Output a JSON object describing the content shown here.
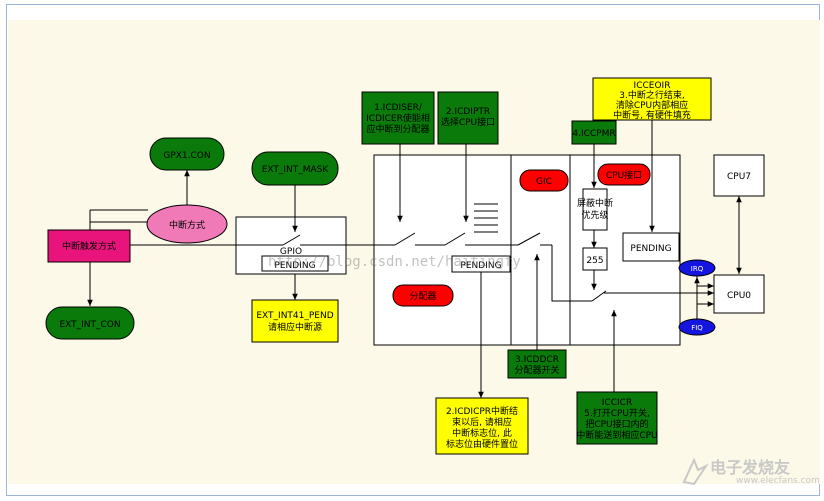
{
  "nodes": {
    "gpx1_con": "GPX1.CON",
    "int_mode": "中断方式",
    "trigger_mode": "中断触发方式",
    "ext_int_con": "EXT_INT_CON",
    "ext_int_mask": "EXT_INT_MASK",
    "gpio": "GPIO",
    "gpio_pending": "PENDING",
    "ext_int41_pend_line1": "EXT_INT41_PEND",
    "ext_int41_pend_line2": "请相应中断源",
    "iccdiser_line1": "1.ICDISER/",
    "iccdiser_line2": "ICDICER使能相",
    "iccdiser_line3": "应中断到分配器",
    "icdiptr_line1": "2.ICDIPTR",
    "icdiptr_line2": "选择CPU接口",
    "gic": "GIC",
    "distributor": "分配器",
    "gic_pending": "PENDING",
    "iccpmr": "4.ICCPMR",
    "cpu_interface": "CPU接口",
    "mask_priority_line1": "屏蔽中断",
    "mask_priority_line2": "优先级",
    "priority_value": "255",
    "cpu_pending": "PENDING",
    "icceoir_line1": "ICCEOIR",
    "icceoir_line2": "3.中断之行结束,",
    "icceoir_line3": "清除CPU内部相应",
    "icceoir_line4": "中断号, 有硬件填充",
    "cpu7": "CPU7",
    "cpu0": "CPU0",
    "irq": "IRQ",
    "fiq": "FIQ",
    "icddcr_line1": "3.ICDDCR",
    "icddcr_line2": "分配器开关",
    "icdicpr_line1": "2.ICDICPR中断结",
    "icdicpr_line2": "束以后, 请相应",
    "icdicpr_line3": "中断标志位, 此",
    "icdicpr_line4": "标志位由硬件置位",
    "iccicr_line1": "ICCICR",
    "iccicr_line2": "5.打开CPU开关,",
    "iccicr_line3": "把CPU接口内的",
    "iccicr_line4": "中断能送到相应CPU"
  },
  "watermark": "http://blog.csdn.net/haitingfy",
  "logo": {
    "main": "电子发烧友",
    "sub": "www.elecfans.com"
  },
  "colors": {
    "green": "#0a7a0a",
    "magenta": "#e8147c",
    "pink": "#f07ab8",
    "yellow": "#ffff00",
    "red": "#ff0000",
    "blue": "#1515e0",
    "canvas": "#fcf9e8"
  }
}
